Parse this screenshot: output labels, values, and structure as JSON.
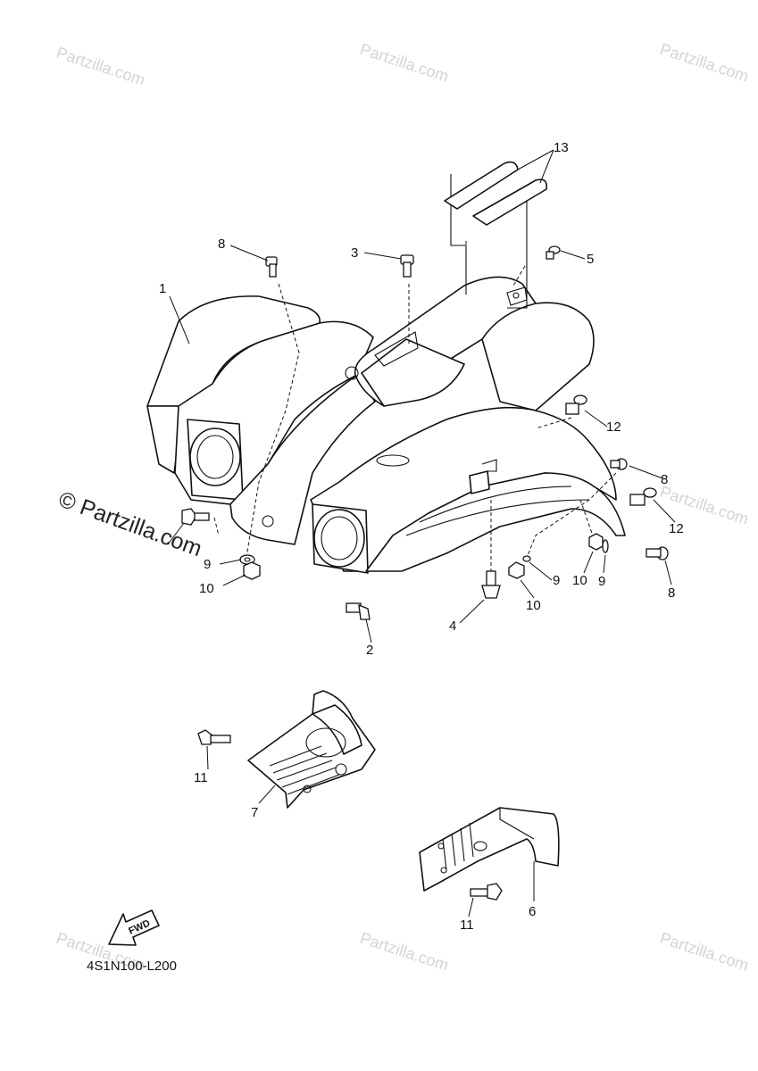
{
  "watermark": {
    "text": "© Partzilla.com",
    "small_text": "Partzilla.com"
  },
  "callouts": {
    "c1": "1",
    "c2": "2",
    "c3": "3",
    "c4": "4",
    "c5": "5",
    "c6": "6",
    "c7": "7",
    "c8a": "8",
    "c8b": "8",
    "c8c": "8",
    "c9a": "9",
    "c9b": "9",
    "c9c": "9",
    "c10a": "10",
    "c10b": "10",
    "c10c": "10",
    "c11a": "11",
    "c11b": "11",
    "c12a": "12",
    "c12b": "12",
    "c13": "13"
  },
  "fwd_label": "FWD",
  "diagram_code": "4S1N100-L200"
}
